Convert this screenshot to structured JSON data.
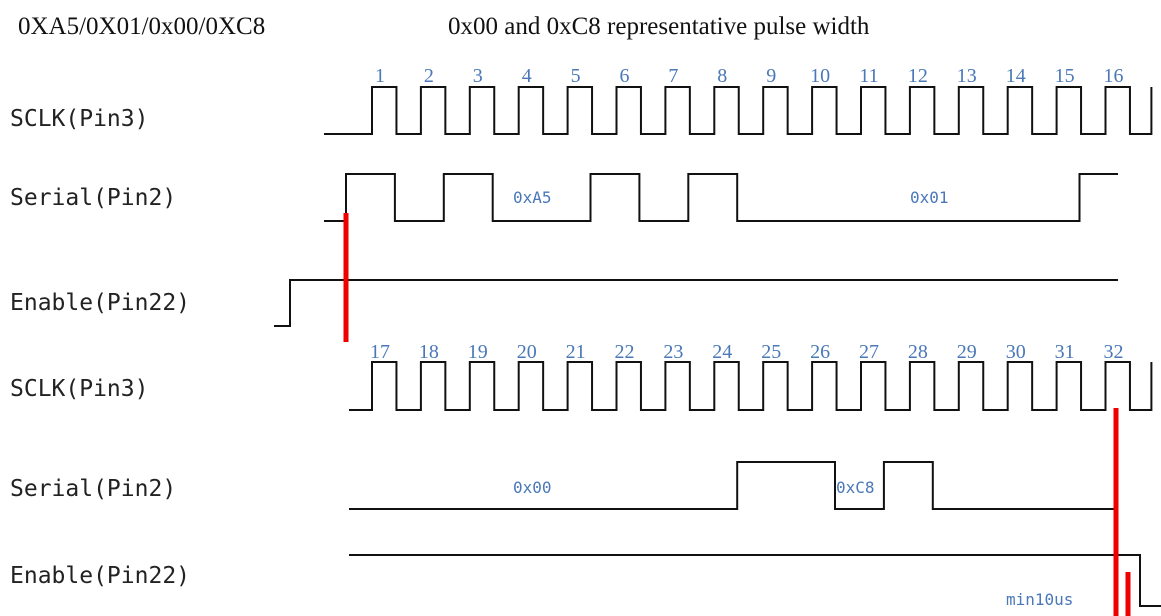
{
  "header": {
    "left_text": "0XA5/0X01/0x00/0XC8",
    "right_text": "0x00 and 0xC8 representative pulse width"
  },
  "signals": [
    {
      "id": "sclk-top",
      "label": "SCLK(Pin3)"
    },
    {
      "id": "serial-top",
      "label": "Serial(Pin2)"
    },
    {
      "id": "enable-top",
      "label": "Enable(Pin22)"
    },
    {
      "id": "sclk-bottom",
      "label": "SCLK(Pin3)"
    },
    {
      "id": "serial-bottom",
      "label": "Serial(Pin2)"
    },
    {
      "id": "enable-bottom",
      "label": "Enable(Pin22)"
    }
  ],
  "clock_numbers_top": [
    "1",
    "2",
    "3",
    "4",
    "5",
    "6",
    "7",
    "8",
    "9",
    "10",
    "11",
    "12",
    "13",
    "14",
    "15",
    "16"
  ],
  "clock_numbers_bottom": [
    "17",
    "18",
    "19",
    "20",
    "21",
    "22",
    "23",
    "24",
    "25",
    "26",
    "27",
    "28",
    "29",
    "30",
    "31",
    "32"
  ],
  "serial_top_bits": [
    1,
    0,
    1,
    0,
    0,
    1,
    0,
    1,
    0,
    0,
    0,
    0,
    0,
    0,
    0,
    1
  ],
  "serial_bottom_bits": [
    0,
    0,
    0,
    0,
    0,
    0,
    0,
    0,
    1,
    1,
    0,
    1,
    0,
    0,
    0,
    0
  ],
  "annotations": {
    "byte_a5": "0xA5",
    "byte_01": "0x01",
    "byte_00": "0x00",
    "byte_c8": "0xC8",
    "min_pulse": "min10us"
  },
  "colors": {
    "waveform": "#111111",
    "clock_number": "#4a78b8",
    "marker": "#ee0000"
  }
}
